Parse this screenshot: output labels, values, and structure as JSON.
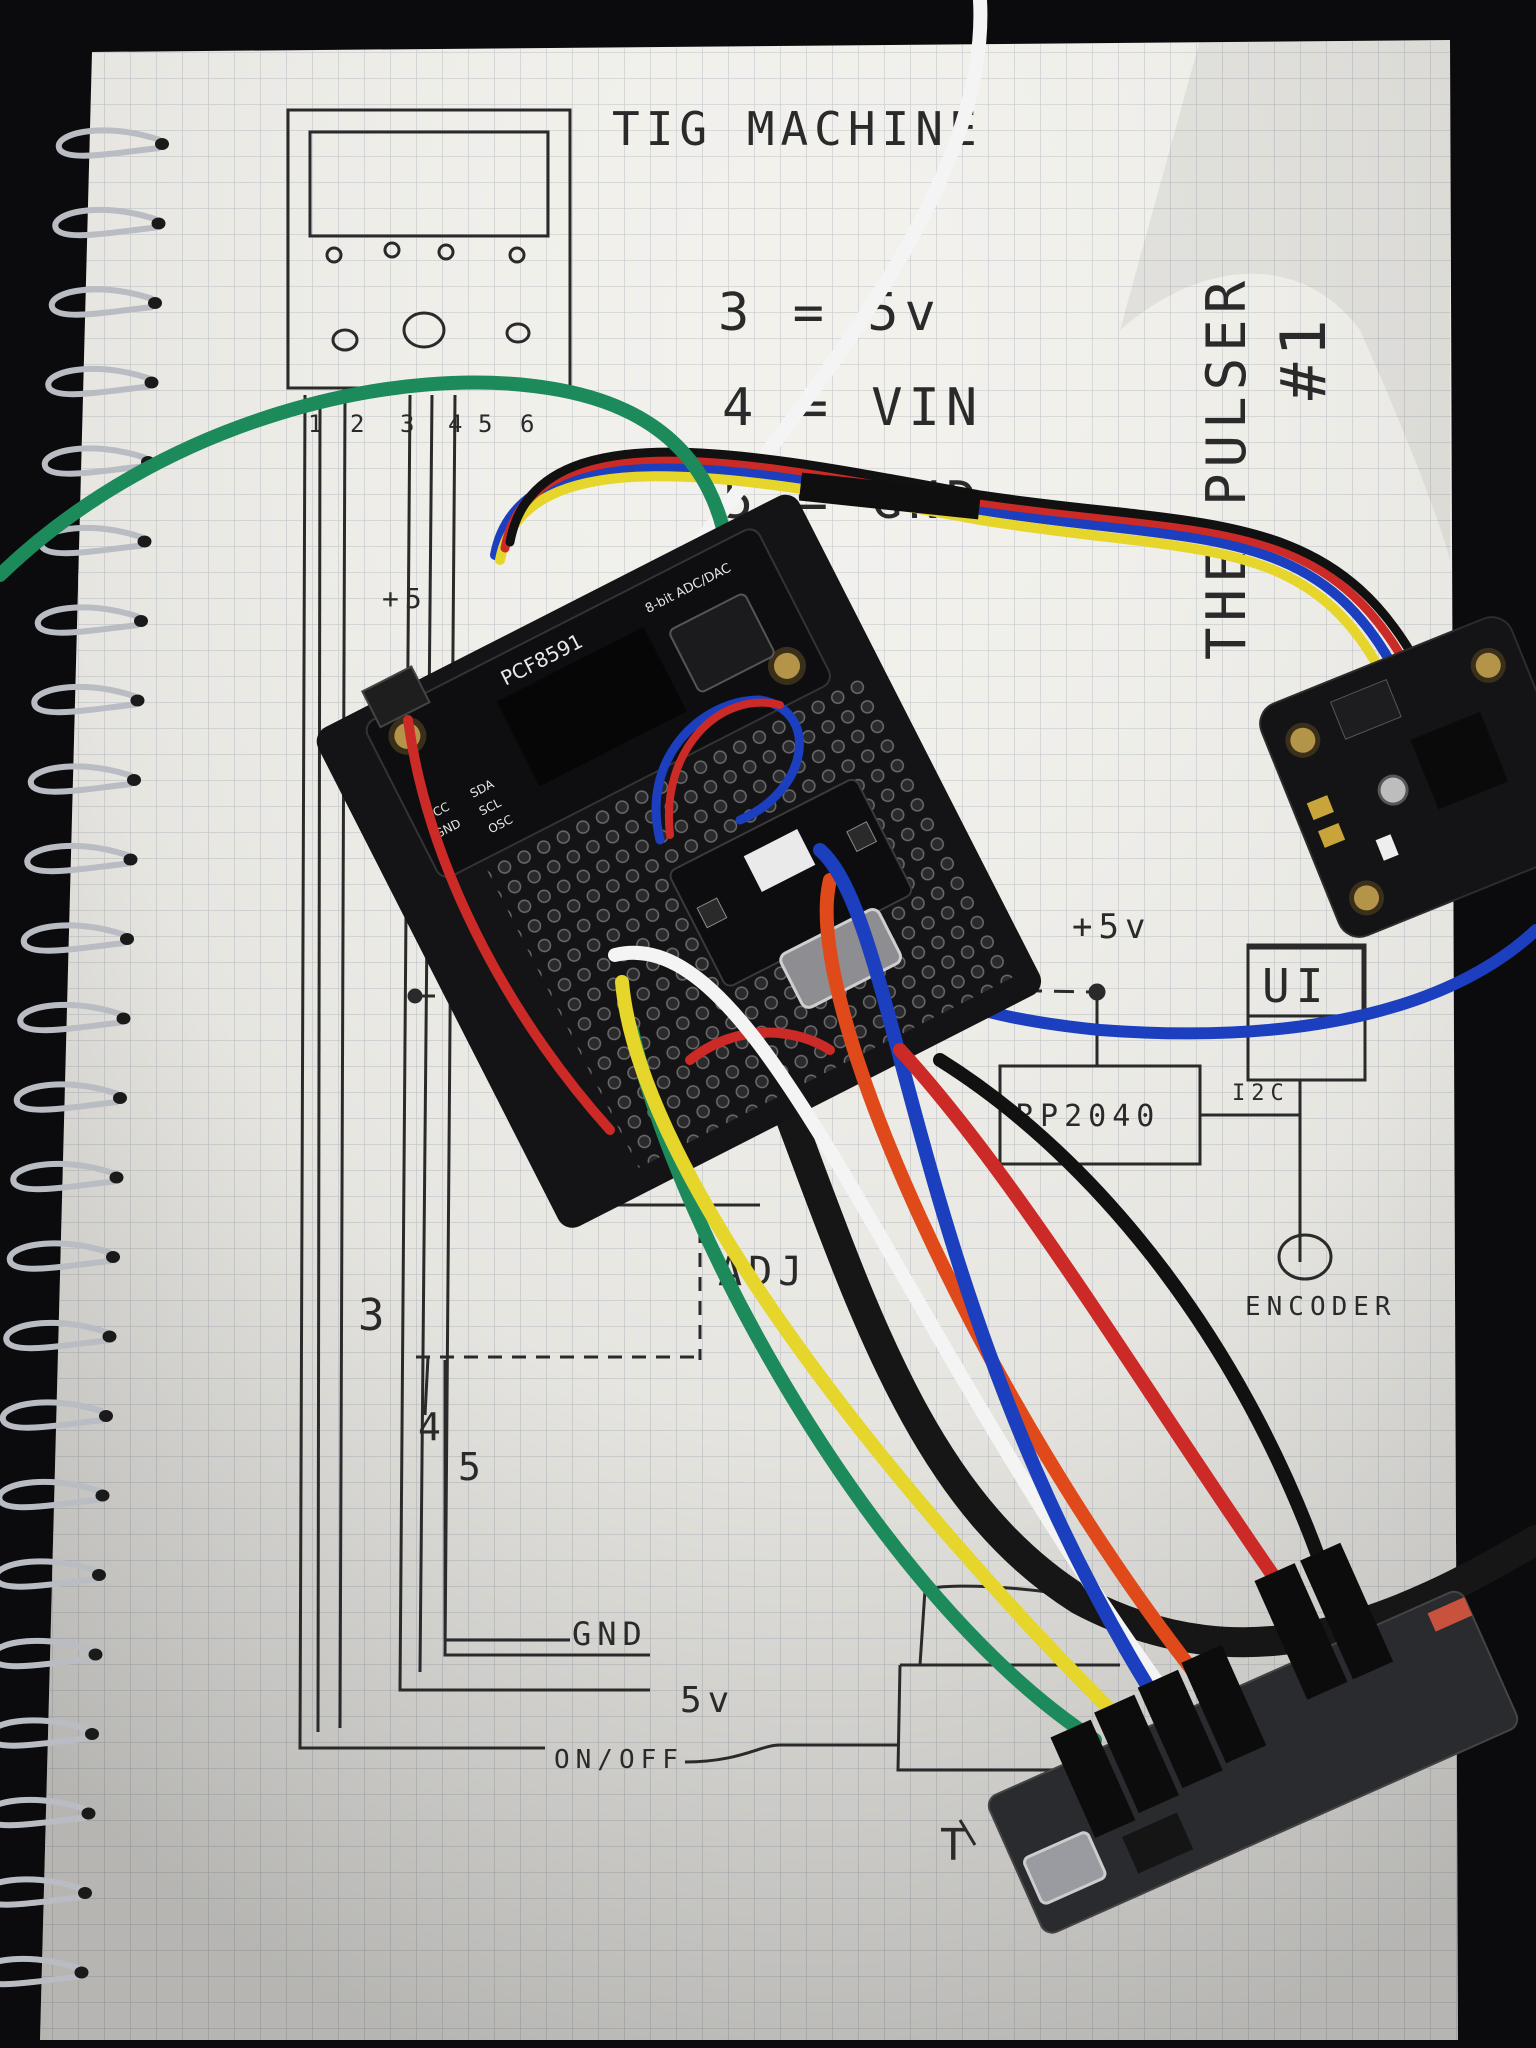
{
  "sketch": {
    "title": "TIG MACHINE",
    "project_name": "THE PULSER",
    "project_number": "#1",
    "notes": [
      "3 = 5v",
      "4 = VIN",
      "5 = GND"
    ],
    "pin_numbers": [
      "1",
      "2",
      "3",
      "4",
      "5",
      "6"
    ],
    "plus5_left": "+5",
    "plus5_right": "+5v",
    "mcu_label": "RP2040",
    "bus_label": "I2C",
    "ui_label": "UI",
    "encoder_label": "ENCODER",
    "dac_label": "ADJ",
    "wire_labels": [
      "GND",
      "5v",
      "ON/OFF"
    ],
    "line_numbers": [
      "3",
      "4",
      "5"
    ],
    "bottom_label": "T"
  },
  "pcb": {
    "chip_label": "PCF8591",
    "silk": [
      "8-bit ADC/DAC",
      "VCC",
      "GND",
      "SDA",
      "SCL",
      "OSC"
    ]
  },
  "colors": {
    "paper": "#f2f1ec",
    "grid": "#c9cbcf",
    "ink": "#2a2a2a",
    "pcb": "#141416",
    "wire_green": "#1c8a5a",
    "wire_yellow": "#e6d52a",
    "wire_white": "#f4f4f4",
    "wire_red": "#cc2a26",
    "wire_orange": "#e04a1a",
    "wire_blue": "#1b3fbf",
    "wire_black": "#111111"
  }
}
